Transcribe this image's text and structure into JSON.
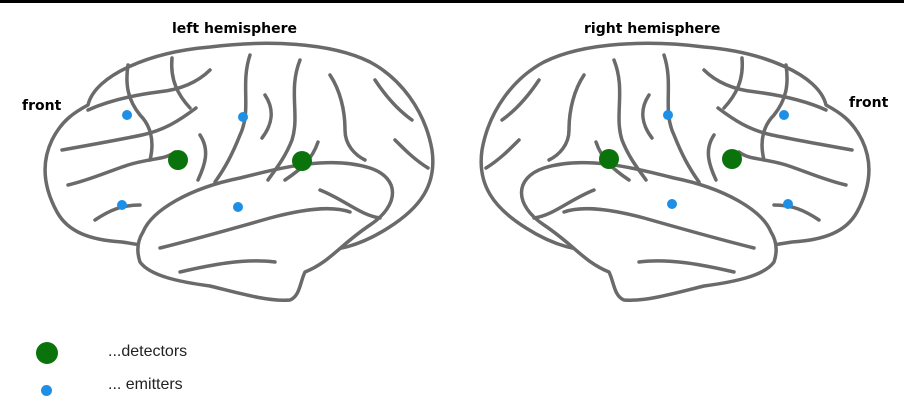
{
  "labels": {
    "left_hemisphere": "left hemisphere",
    "right_hemisphere": "right hemisphere",
    "front_left": "front",
    "front_right": "front"
  },
  "legend": {
    "detectors_label": "...detectors",
    "emitters_label": "... emitters"
  },
  "colors": {
    "detector": "#0b730b",
    "emitter": "#1e8fe6",
    "brain_outline": "#6a6a6a",
    "brain_fill": "#ffffff",
    "rule": "#000000"
  },
  "counts": {
    "left_detectors": 2,
    "left_emitters": 4,
    "right_detectors": 2,
    "right_emitters": 4
  }
}
